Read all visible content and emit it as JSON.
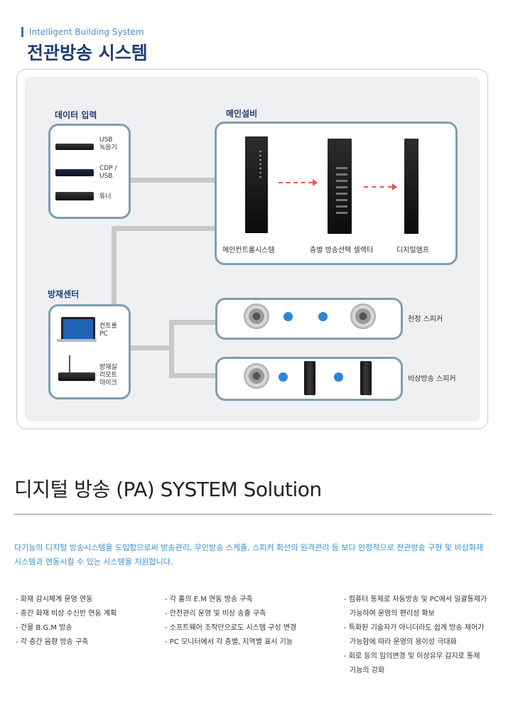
{
  "header": {
    "subtitle": "Intelligent Building System",
    "title": "전관방송 시스템"
  },
  "diagram": {
    "data_input": {
      "title": "데이터 입력",
      "devices": [
        "USB\n녹음기",
        "CDP /\nUSB",
        "튜너"
      ]
    },
    "main_equipment": {
      "title": "메인설비",
      "items": [
        "메인컨트롤시스템",
        "층별 방송선택 셀렉터",
        "디지털앰프"
      ]
    },
    "disaster_center": {
      "title": "방재센터",
      "items": [
        "컨트롤\nPC",
        "방재실\n리모트\n마이크"
      ]
    },
    "speakers": {
      "ceiling": "천정 스피커",
      "emergency": "비상방송 스피커"
    }
  },
  "solution": {
    "title": "디지털 방송 (PA) SYSTEM Solution",
    "intro_line1": "다기능의 디지털 방송시스템을 도입함으로써 방송관리, 무인방송 스케쥴, 스피커 회선의 원격관리 등 보다 안정적으로 전관방송 구현 및 비상화재",
    "intro_line2": "시스템과 연동시킬 수 있는 시스템을 지원합니다.",
    "col1": [
      "- 화재 감시체계 운영 연동",
      "- 층간 화재 비상 수신반 연동 계획",
      "- 건물 B.G.M 방송",
      "- 각 층간 음향 방송 구축"
    ],
    "col2": [
      "- 각 홀의 E.M 연동 방송 구축",
      "- 안전관리 운영 및 비상 송출 구축",
      "- 소프트웨어 조작만으로도 시스템 구성 변경",
      "- PC 모니터에서 각 층별, 지역별 표시 기능"
    ],
    "col3": [
      "- 컴퓨터 통제로 자동방송 및 PC에서 일괄통제가",
      "가능하여 운영의 편리성 확보",
      "- 특화된 기술자가 아니더라도 쉽게 방송 제어가",
      "가능함에 따라 운영의 용이성 극대화",
      "- 회로 등의  임의변경 및 이상유무 감지로 통제",
      "기능의 강화"
    ]
  }
}
